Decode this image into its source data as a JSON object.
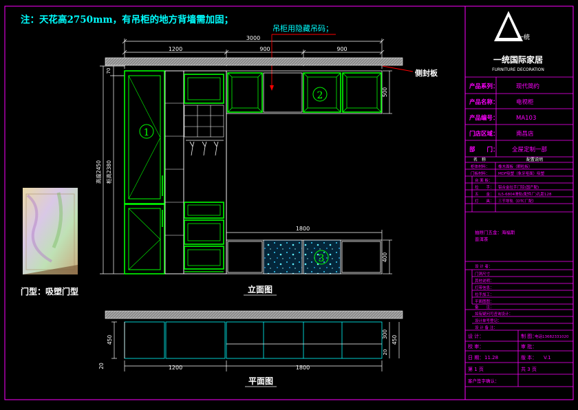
{
  "header_note": "注：天花高2750mm，有吊柜的地方背墙需加固；",
  "annotations": {
    "hidden_hanger": "吊柜用隐藏吊码；",
    "side_seal": "侧封板",
    "elevation_title": "立面图",
    "plan_title": "平面图",
    "door_type": "门型：吸塑门型"
  },
  "dimensions": {
    "top_total": "3000",
    "top_a": "1200",
    "top_b": "900",
    "top_c": "900",
    "left_top": "70",
    "left_full": "高度2450",
    "left_tall": "柜高2380",
    "wall_depth": "500",
    "base_width": "1800",
    "base_height": "400",
    "plan_a": "1200",
    "plan_b": "1800",
    "plan_left": "450",
    "plan_gap": "20",
    "plan_r1": "300",
    "plan_r2": "450",
    "plan_r3": "20"
  },
  "markers": [
    "1",
    "2",
    "3"
  ],
  "title_block": {
    "company": "一统国际家居",
    "company_en": "FURNITURE DECORATION",
    "logo_text": "一统",
    "fields": [
      {
        "label": "产品系列：",
        "value": "现代简约"
      },
      {
        "label": "产品名称：",
        "value": "电视柜"
      },
      {
        "label": "产品编号：",
        "value": "MA103"
      },
      {
        "label": "门店区域：",
        "value": "南昌店"
      },
      {
        "label": "部　　门：",
        "value": "全屋定制一部"
      }
    ],
    "spec_header": {
      "name": "名　称",
      "config": "配置说明"
    },
    "specs": [
      {
        "label": "柜体材料：",
        "value": "橡木面板（颗粒板）"
      },
      {
        "label": "门板材料：",
        "value": "MDF吸塑（象牙哑面）吸塑"
      },
      {
        "label": "台 面 板：",
        "value": ""
      },
      {
        "label": "拉　　手：",
        "value": "铝合金拉手门铰(国产配)"
      },
      {
        "label": "五　　金：",
        "value": "IL5-6804滑轨(配件厂)孔距128"
      },
      {
        "label": "灯　　具：",
        "value": "三节导轨（DTC厂配）"
      }
    ],
    "notes_title": "抽屉门五金：海福斯",
    "notes_sub": "普洱茶",
    "tail_rows": [
      "设 计 者：",
      "门洞尺寸",
      "其他说明：",
      "灯带信息：",
      "拉手加工：",
      "平面图图："
    ],
    "tail_rows2": [
      "备　　注：",
      "如有疑问可咨询设计：",
      "设计单号登记：",
      "设 计 备 注："
    ],
    "designer_label": "设 计：",
    "phone_label": "制 图：",
    "phone_value": "电话13682331020",
    "checker_label": "校 审：",
    "audit_label": "审 批：",
    "date_label": "日 期：",
    "date_value": "11.28",
    "version_label": "版 本：",
    "version_value": "V.1",
    "page_label": "第 1 页",
    "total_label": "共 3 页",
    "customer_label": "客户签字确认："
  },
  "colors": {
    "note": "#00ffff",
    "frame": "#00ff00",
    "dim": "#ffffff",
    "red": "#ff0000",
    "field_text": "#ff00ff",
    "wall": "#b0b0b0"
  }
}
